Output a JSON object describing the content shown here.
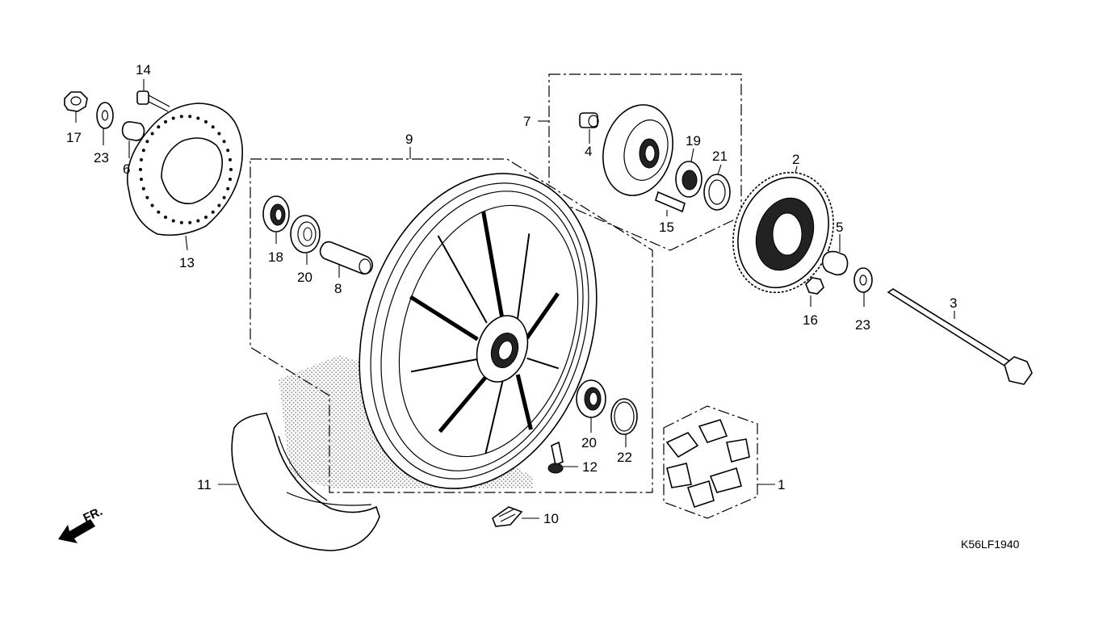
{
  "diagram": {
    "drawing_code": "K56LF1940",
    "direction_label": "FR.",
    "colors": {
      "ink": "#000000",
      "background": "#ffffff",
      "stipple": "#9a9a9a"
    },
    "part_numbers": [
      "1",
      "2",
      "3",
      "4",
      "5",
      "6",
      "7",
      "8",
      "9",
      "10",
      "11",
      "12",
      "13",
      "14",
      "15",
      "16",
      "17",
      "18",
      "19",
      "20",
      "20",
      "21",
      "22",
      "23",
      "23"
    ]
  }
}
